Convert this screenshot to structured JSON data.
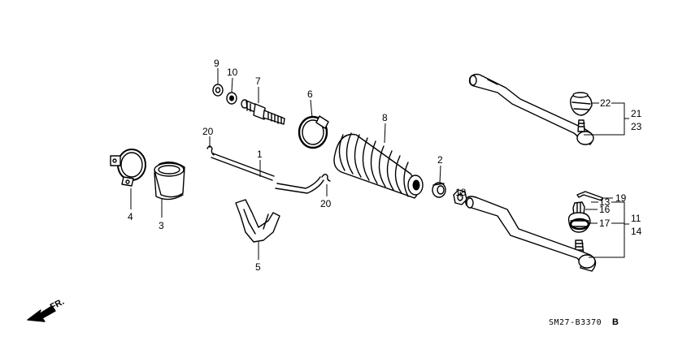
{
  "callouts": {
    "c1": "1",
    "c2": "2",
    "c3": "3",
    "c4": "4",
    "c5": "5",
    "c6": "6",
    "c7": "7",
    "c8": "8",
    "c9": "9",
    "c10": "10",
    "c11": "11",
    "c13": "13",
    "c14": "14",
    "c16": "16",
    "c17": "17",
    "c18": "18",
    "c19": "19",
    "c20a": "20",
    "c20b": "20",
    "c21": "21",
    "c22": "22",
    "c23": "23"
  },
  "direction_label": "FR.",
  "diagram_code": "SM27-B3370",
  "diagram_code_suffix": "B"
}
